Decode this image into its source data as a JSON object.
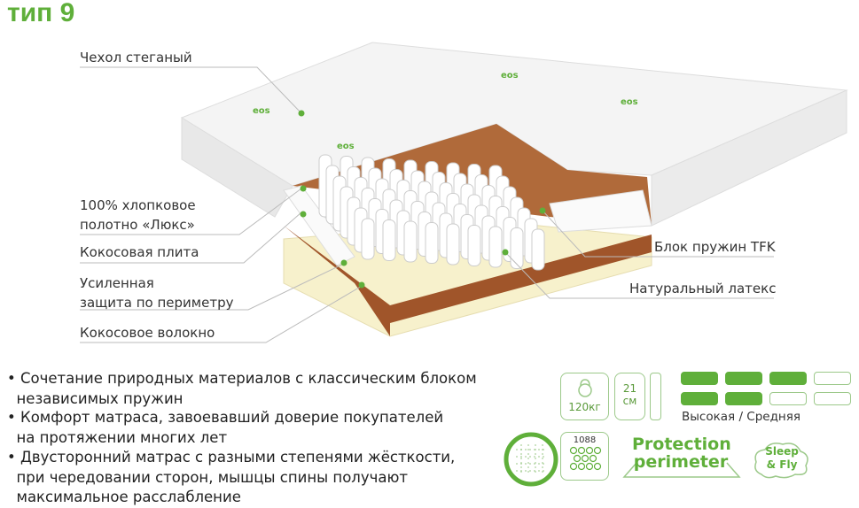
{
  "title": "тип 9",
  "labels": {
    "cover": "Чехол стеганый",
    "cotton_1": "100% хлопковое",
    "cotton_2": "полотно «Люкс»",
    "coco_plate": "Кокосовая плита",
    "perimeter_1": "Усиленная",
    "perimeter_2": "защита по периметру",
    "coco_fiber": "Кокосовое волокно",
    "springs": "Блок пружин TFK",
    "latex": "Натуральный латекс"
  },
  "bullets": [
    {
      "line1": "Сочетание природных материалов с классическим блоком",
      "line2": "независимых пружин"
    },
    {
      "line1": "Комфорт матраса, завоевавший доверие покупателей",
      "line2": "на протяжении многих лет"
    },
    {
      "line1": "Двусторонний матрас с разными степенями жёсткости,",
      "line2": "при чередовании сторон, мышцы спины получают",
      "line3": "максимальное расслабление"
    }
  ],
  "specs": {
    "max_load": "120кг",
    "height_value": "21",
    "height_unit": "см",
    "firmness_label": "Высокая / Средняя",
    "firmness_side1": 3,
    "firmness_side2": 2,
    "firmness_max": 4,
    "spring_count": "1088",
    "protection_1": "Protection",
    "protection_2": "perimeter",
    "sleep_1": "Sleep",
    "sleep_2": "& Fly"
  },
  "brand": "eos",
  "colors": {
    "accent": "#5faf3a",
    "coco": "#a0552a",
    "latex": "#f6f0c8"
  }
}
